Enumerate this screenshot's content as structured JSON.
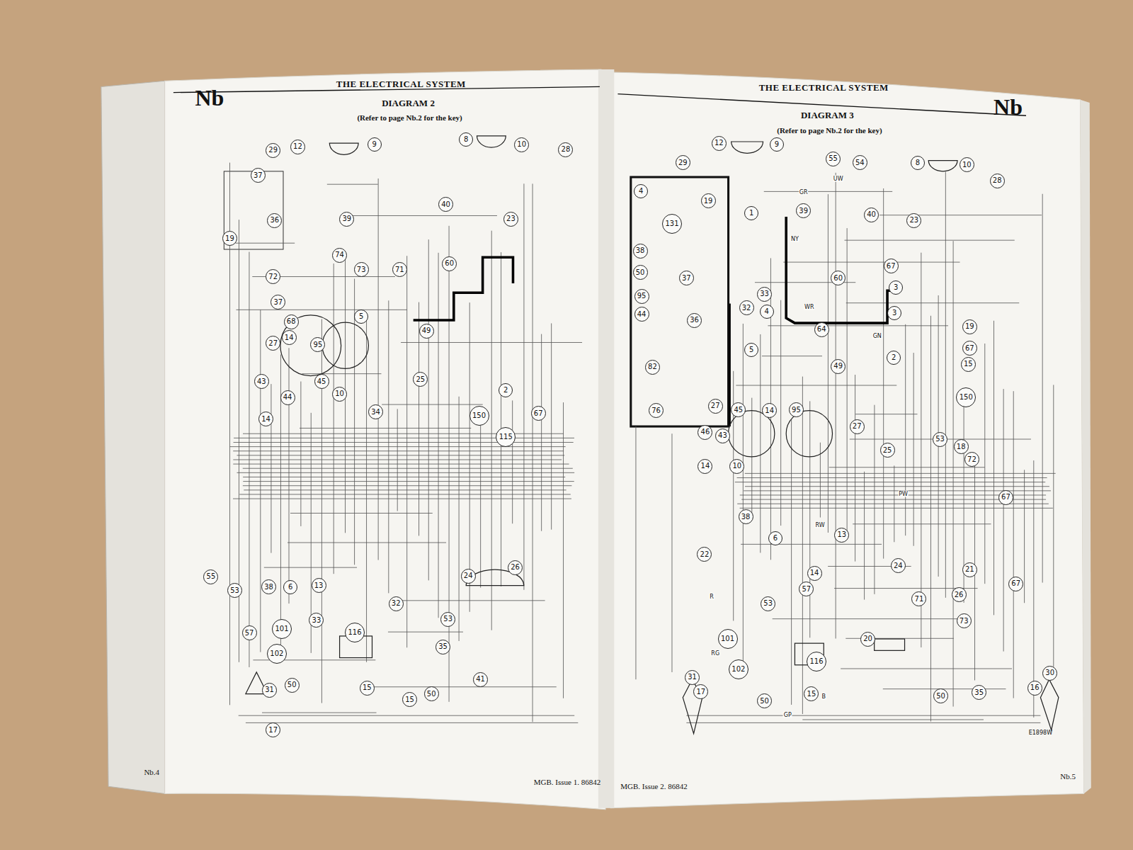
{
  "diagram": {
    "nodes": [
      {
        "text": [
          "29"
        ]
      },
      {
        "text": [
          "12"
        ]
      },
      {
        "text": [
          "9"
        ]
      },
      {
        "text": [
          "8"
        ]
      },
      {
        "text": [
          "10"
        ]
      },
      {
        "text": [
          "28"
        ]
      },
      {
        "text": [
          "37"
        ]
      },
      {
        "text": [
          "36"
        ]
      },
      {
        "text": [
          "19"
        ]
      },
      {
        "text": [
          "39"
        ]
      },
      {
        "text": [
          "40"
        ]
      },
      {
        "text": [
          "23"
        ]
      },
      {
        "text": [
          "74"
        ]
      },
      {
        "text": [
          "73"
        ]
      },
      {
        "text": [
          "71"
        ]
      },
      {
        "text": [
          "60"
        ]
      },
      {
        "text": [
          "72"
        ]
      },
      {
        "text": [
          "37"
        ]
      },
      {
        "text": [
          "68"
        ]
      },
      {
        "text": [
          "5"
        ]
      },
      {
        "text": [
          "14"
        ]
      },
      {
        "text": [
          "95"
        ]
      },
      {
        "text": [
          "27"
        ]
      },
      {
        "text": [
          "49"
        ]
      },
      {
        "text": [
          "43"
        ]
      },
      {
        "text": [
          "45"
        ]
      },
      {
        "text": [
          "10"
        ]
      },
      {
        "text": [
          "44"
        ]
      },
      {
        "text": [
          "34"
        ]
      },
      {
        "text": [
          "25"
        ]
      },
      {
        "text": [
          "2"
        ]
      },
      {
        "text": [
          "14"
        ]
      },
      {
        "text": [
          "150"
        ]
      },
      {
        "text": [
          "115"
        ]
      },
      {
        "text": [
          "67"
        ]
      },
      {
        "text": [
          "55"
        ]
      },
      {
        "text": [
          "53"
        ]
      },
      {
        "text": [
          "38"
        ]
      },
      {
        "text": [
          "6"
        ]
      },
      {
        "text": [
          "13"
        ]
      },
      {
        "text": [
          "32"
        ]
      },
      {
        "text": [
          "24"
        ]
      },
      {
        "text": [
          "26"
        ]
      },
      {
        "text": [
          "33"
        ]
      },
      {
        "text": [
          "116"
        ]
      },
      {
        "text": [
          "53"
        ]
      },
      {
        "text": [
          "101"
        ]
      },
      {
        "text": [
          "57"
        ]
      },
      {
        "text": [
          "102"
        ]
      },
      {
        "text": [
          "35"
        ]
      },
      {
        "text": [
          "41"
        ]
      },
      {
        "text": [
          "31"
        ]
      },
      {
        "text": [
          "50"
        ]
      },
      {
        "text": [
          "15"
        ]
      },
      {
        "text": [
          "15"
        ]
      },
      {
        "text": [
          "50"
        ]
      },
      {
        "text": [
          "17"
        ]
      },
      {
        "text": [
          "29"
        ]
      },
      {
        "text": [
          "12"
        ]
      },
      {
        "text": [
          "9"
        ]
      },
      {
        "text": [
          "55"
        ]
      },
      {
        "text": [
          "54"
        ]
      },
      {
        "text": [
          "8"
        ]
      },
      {
        "text": [
          "10"
        ]
      },
      {
        "text": [
          "28"
        ]
      },
      {
        "text": [
          "4"
        ]
      },
      {
        "text": [
          "19"
        ]
      },
      {
        "text": [
          "131"
        ]
      },
      {
        "text": [
          "1"
        ]
      },
      {
        "text": [
          "39"
        ]
      },
      {
        "text": [
          "40"
        ]
      },
      {
        "text": [
          "23"
        ]
      },
      {
        "text": [
          "38"
        ]
      },
      {
        "text": [
          "50"
        ]
      },
      {
        "text": [
          "37"
        ]
      },
      {
        "text": [
          "95"
        ]
      },
      {
        "text": [
          "44"
        ]
      },
      {
        "text": [
          "36"
        ]
      },
      {
        "text": [
          "33"
        ]
      },
      {
        "text": [
          "32"
        ]
      },
      {
        "text": [
          "4"
        ]
      },
      {
        "text": [
          "60"
        ]
      },
      {
        "text": [
          "67"
        ]
      },
      {
        "text": [
          "3"
        ]
      },
      {
        "text": [
          "3"
        ]
      },
      {
        "text": [
          "19"
        ]
      },
      {
        "text": [
          "64"
        ]
      },
      {
        "text": [
          "5"
        ]
      },
      {
        "text": [
          "49"
        ]
      },
      {
        "text": [
          "2"
        ]
      },
      {
        "text": [
          "67"
        ]
      },
      {
        "text": [
          "15"
        ]
      },
      {
        "text": [
          "82"
        ]
      },
      {
        "text": [
          "76"
        ]
      },
      {
        "text": [
          "150"
        ]
      },
      {
        "text": [
          "27"
        ]
      },
      {
        "text": [
          "45"
        ]
      },
      {
        "text": [
          "14"
        ]
      },
      {
        "text": [
          "95"
        ]
      },
      {
        "text": [
          "27"
        ]
      },
      {
        "text": [
          "46"
        ]
      },
      {
        "text": [
          "43"
        ]
      },
      {
        "text": [
          "14"
        ]
      },
      {
        "text": [
          "10"
        ]
      },
      {
        "text": [
          "25"
        ]
      },
      {
        "text": [
          "53"
        ]
      },
      {
        "text": [
          "18"
        ]
      },
      {
        "text": [
          "72"
        ]
      },
      {
        "text": [
          "67"
        ]
      },
      {
        "text": [
          "38"
        ]
      },
      {
        "text": [
          "6"
        ]
      },
      {
        "text": [
          "13"
        ]
      },
      {
        "text": [
          "22"
        ]
      },
      {
        "text": [
          "24"
        ]
      },
      {
        "text": [
          "21"
        ]
      },
      {
        "text": [
          "14"
        ]
      },
      {
        "text": [
          "57"
        ]
      },
      {
        "text": [
          "67"
        ]
      },
      {
        "text": [
          "53"
        ]
      },
      {
        "text": [
          "26"
        ]
      },
      {
        "text": [
          "71"
        ]
      },
      {
        "text": [
          "73"
        ]
      },
      {
        "text": [
          "101"
        ]
      },
      {
        "text": [
          "20"
        ]
      },
      {
        "text": [
          "116"
        ]
      },
      {
        "text": [
          "102"
        ]
      },
      {
        "text": [
          "31"
        ]
      },
      {
        "text": [
          "17"
        ]
      },
      {
        "text": [
          "50"
        ]
      },
      {
        "text": [
          "15"
        ]
      },
      {
        "text": [
          "50"
        ]
      },
      {
        "text": [
          "35"
        ]
      },
      {
        "text": [
          "30"
        ]
      },
      {
        "text": [
          "16"
        ]
      }
    ],
    "labels": [
      "Nb",
      "THE ELECTRICAL SYSTEM",
      "DIAGRAM 2",
      "(Refer to page Nb.2 for the key)",
      "THE ELECTRICAL SYSTEM",
      "Nb",
      "DIAGRAM 3",
      "(Refer to page Nb.2 for the key)",
      "Nb.4",
      "MGB.  Issue 1.  86842",
      "MGB.  Issue 2.  86842",
      "Nb.5",
      "E1898W",
      "UW",
      "GR",
      "NY",
      "WR",
      "GN",
      "RW",
      "PW",
      "R",
      "RG",
      "GP",
      "B"
    ]
  }
}
